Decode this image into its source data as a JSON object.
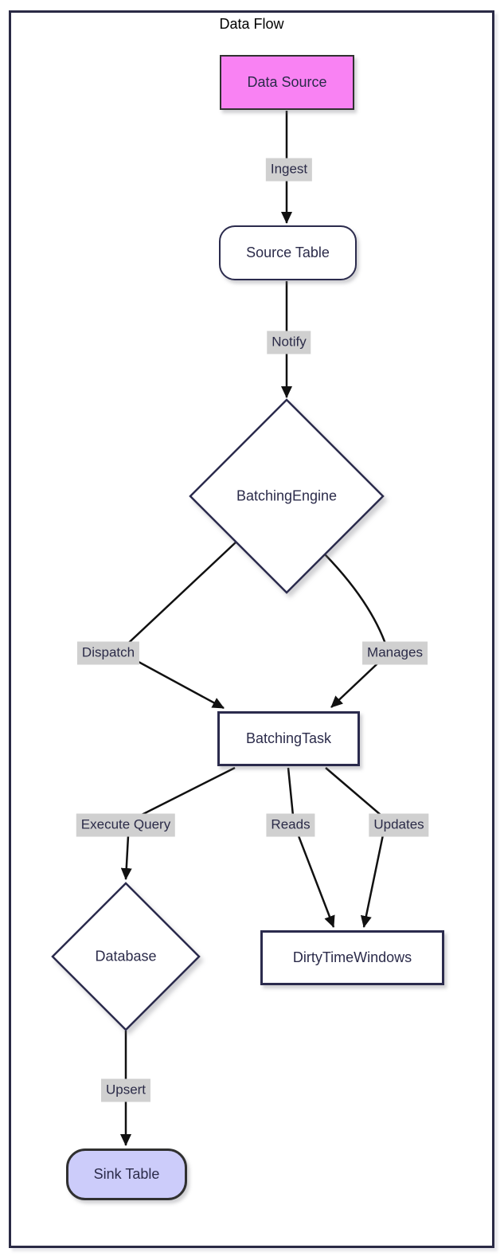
{
  "diagram": {
    "title": "Data Flow",
    "type": "flowchart",
    "direction": "top-down",
    "nodes": [
      {
        "id": "data-source",
        "label": "Data Source",
        "shape": "rectangle",
        "fill": "#f982f3"
      },
      {
        "id": "source-table",
        "label": "Source Table",
        "shape": "rounded-rectangle",
        "fill": "#ffffff"
      },
      {
        "id": "batching-engine",
        "label": "BatchingEngine",
        "shape": "diamond",
        "fill": "#ffffff"
      },
      {
        "id": "batching-task",
        "label": "BatchingTask",
        "shape": "rectangle",
        "fill": "#ffffff"
      },
      {
        "id": "database",
        "label": "Database",
        "shape": "diamond",
        "fill": "#ffffff"
      },
      {
        "id": "dirty-time-windows",
        "label": "DirtyTimeWindows",
        "shape": "rectangle",
        "fill": "#ffffff"
      },
      {
        "id": "sink-table",
        "label": "Sink Table",
        "shape": "rounded-rectangle",
        "fill": "#ccccfa"
      }
    ],
    "edges": [
      {
        "from": "data-source",
        "to": "source-table",
        "label": "Ingest"
      },
      {
        "from": "source-table",
        "to": "batching-engine",
        "label": "Notify"
      },
      {
        "from": "batching-engine",
        "to": "batching-task",
        "label": "Dispatch"
      },
      {
        "from": "batching-engine",
        "to": "batching-task",
        "label": "Manages"
      },
      {
        "from": "batching-task",
        "to": "database",
        "label": "Execute Query"
      },
      {
        "from": "batching-task",
        "to": "dirty-time-windows",
        "label": "Reads"
      },
      {
        "from": "batching-task",
        "to": "dirty-time-windows",
        "label": "Updates"
      },
      {
        "from": "database",
        "to": "sink-table",
        "label": "Upsert"
      }
    ],
    "colors": {
      "node_stroke": "#2b2b4d",
      "node_text": "#2b2b4a",
      "edge_stroke": "#111111",
      "edge_label_background": "#d0d0d0",
      "highlight_pink": "#f982f3",
      "highlight_lavender": "#ccccfa",
      "frame_border": "#2a2a45"
    }
  }
}
